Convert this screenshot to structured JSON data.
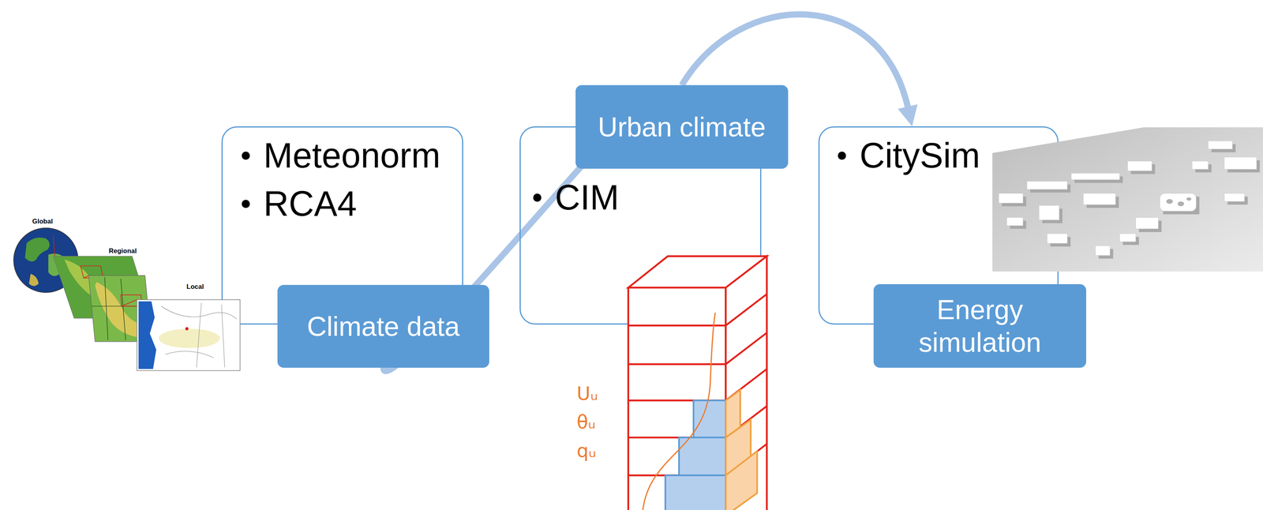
{
  "diagram": {
    "nodes": [
      {
        "text": [
          "Meteonorm",
          "RCA4"
        ]
      },
      {
        "text": [
          "Climate data"
        ],
        "in": 0
      },
      {
        "text": [
          "CIM"
        ]
      },
      {
        "text": [
          "Urban climate"
        ],
        "in": 2
      },
      {
        "text": [
          "CitySim"
        ]
      },
      {
        "text": [
          "Energy simulation"
        ],
        "in": 4
      }
    ],
    "edges": [
      {
        "from": 1,
        "to": 2,
        "arrow": "to"
      },
      {
        "from": 3,
        "to": 4,
        "arrow": "to"
      }
    ],
    "labels": [
      "Global",
      "Regional",
      "Local",
      "Uᵤ",
      "θᵤ",
      "qᵤ"
    ]
  }
}
